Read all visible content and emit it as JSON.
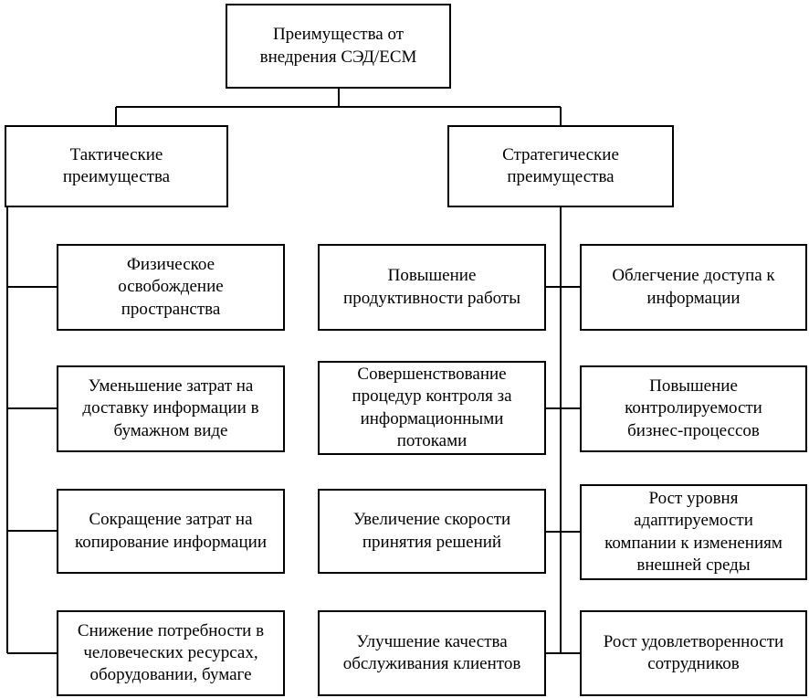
{
  "diagram": {
    "title": "Преимущества от\nвнедрения СЭД/ECM",
    "colors": {
      "line": "#000000",
      "box_background": "#ffffff",
      "text": "#000000"
    },
    "branches": {
      "tactical": {
        "label": "Тактические\nпреимущества",
        "children": [
          "Физическое\nосвобождение\nпространства",
          "Уменьшение затрат на\nдоставку информации в\nбумажном виде",
          "Сокращение затрат на\nкопирование информации",
          "Снижение потребности в\nчеловеческих ресурсах,\nоборудовании, бумаге"
        ]
      },
      "strategic": {
        "label": "Стратегические\nпреимущества",
        "children_left": [
          "Повышение\nпродуктивности работы",
          "Совершенствование\nпроцедур контроля за\nинформационными\nпотоками",
          "Увеличение скорости\nпринятия решений",
          "Улучшение качества\nобслуживания клиентов"
        ],
        "children_right": [
          "Облегчение доступа к\nинформации",
          "Повышение\nконтролируемости\nбизнес-процессов",
          "Рост уровня\nадаптируемости\nкомпании к изменениям\nвнешней среды",
          "Рост удовлетворенности\nсотрудников"
        ]
      }
    }
  }
}
